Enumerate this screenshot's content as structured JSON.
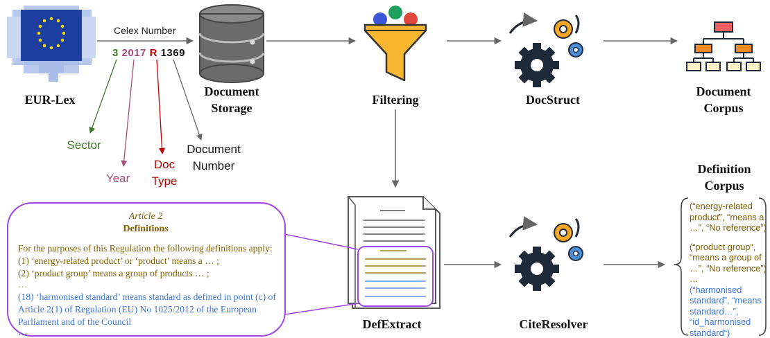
{
  "nodes": {
    "eurlex": "EUR-Lex",
    "storage": [
      "Document",
      "Storage"
    ],
    "filtering": "Filtering",
    "docstruct": "DocStruct",
    "document_corpus": [
      "Document",
      "Corpus"
    ],
    "defextract": "DefExtract",
    "citeresolver": "CiteResolver",
    "definition_corpus": [
      "Definition",
      "Corpus"
    ]
  },
  "celex": {
    "title": "Celex Number",
    "parts": [
      {
        "text": "3",
        "color": "#3d7a2a"
      },
      {
        "text": "2017",
        "color": "#a64d79"
      },
      {
        "text": "R",
        "color": "#c00000"
      },
      {
        "text": "1369",
        "color": "#111111"
      }
    ],
    "labels": {
      "sector": "Sector",
      "year": "Year",
      "doc_type": [
        "Doc",
        "Type"
      ],
      "document_number": [
        "Document",
        "Number"
      ]
    }
  },
  "article": {
    "heading": "Article 2",
    "subheading": "Definitions",
    "intro": "For the purposes of this Regulation the following definitions apply:",
    "items": [
      "(1) ‘energy-related product’ or ‘product’ means a … ;",
      "(2) ‘product group’ means a group of products … ;",
      "…"
    ],
    "highlight": [
      "(18)  ‘harmonised standard’ means standard as defined in point (c) of",
      "Article 2(1) of Regulation (EU) No 1025/2012 of the European",
      "Parliament and of the Council"
    ],
    "ellipsis": "…"
  },
  "corpus_entries": [
    {
      "lines": [
        "(“energy-related",
        "product”, “means a",
        "…”, “No reference”)"
      ],
      "color": "#7f6000"
    },
    {
      "lines": [
        "(“product group”,",
        "“means a group of",
        "…”, “No reference”)"
      ],
      "color": "#7f6000"
    },
    {
      "lines": [
        "…"
      ],
      "color": "#7f6000"
    },
    {
      "lines": [
        "(“harmonised",
        "standard”, “means",
        "standard…”,",
        "“id_harmonised",
        "standard“)"
      ],
      "color": "#3c78d8"
    }
  ],
  "colors": {
    "arrow": "#666666",
    "eu_blue": "#1e3fa0",
    "gear": "#1f2a38",
    "gear_orange": "#f5a623",
    "gear_blue": "#4a90d9",
    "funnel": "#f7b731",
    "tree": "#f08a24",
    "purple": "#a146e6",
    "def_brown": "#7f6000",
    "def_blue": "#3c78d8"
  }
}
